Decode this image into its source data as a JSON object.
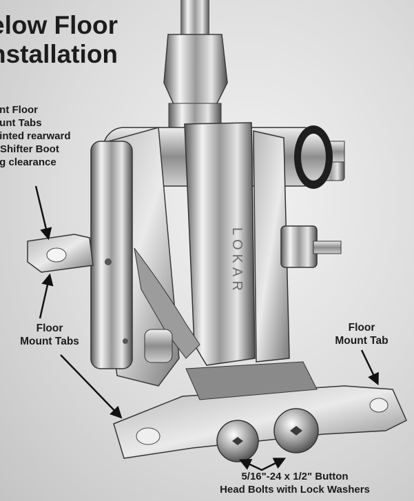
{
  "heading": {
    "line1": "elow Floor",
    "line2": "nstallation"
  },
  "callouts": {
    "front_tabs": {
      "lines": [
        "ont Floor",
        "ount Tabs",
        "ointed rearward",
        "r Shifter Boot",
        "ng clearance"
      ]
    },
    "floor_mount_tabs": {
      "line1": "Floor",
      "line2": "Mount Tabs"
    },
    "floor_mount_tab": {
      "line1": "Floor",
      "line2": "Mount Tab"
    },
    "bolts": {
      "line1": "5/16\"-24 x 1/2\" Button",
      "line2": "Head Bolts with Lock Washers"
    }
  },
  "stamp_text": "LOKAR",
  "colors": {
    "background": "#d9d9d9",
    "metal_light": "#ececec",
    "metal_dark": "#6e6e6e",
    "label_text": "#1a1a1a"
  }
}
